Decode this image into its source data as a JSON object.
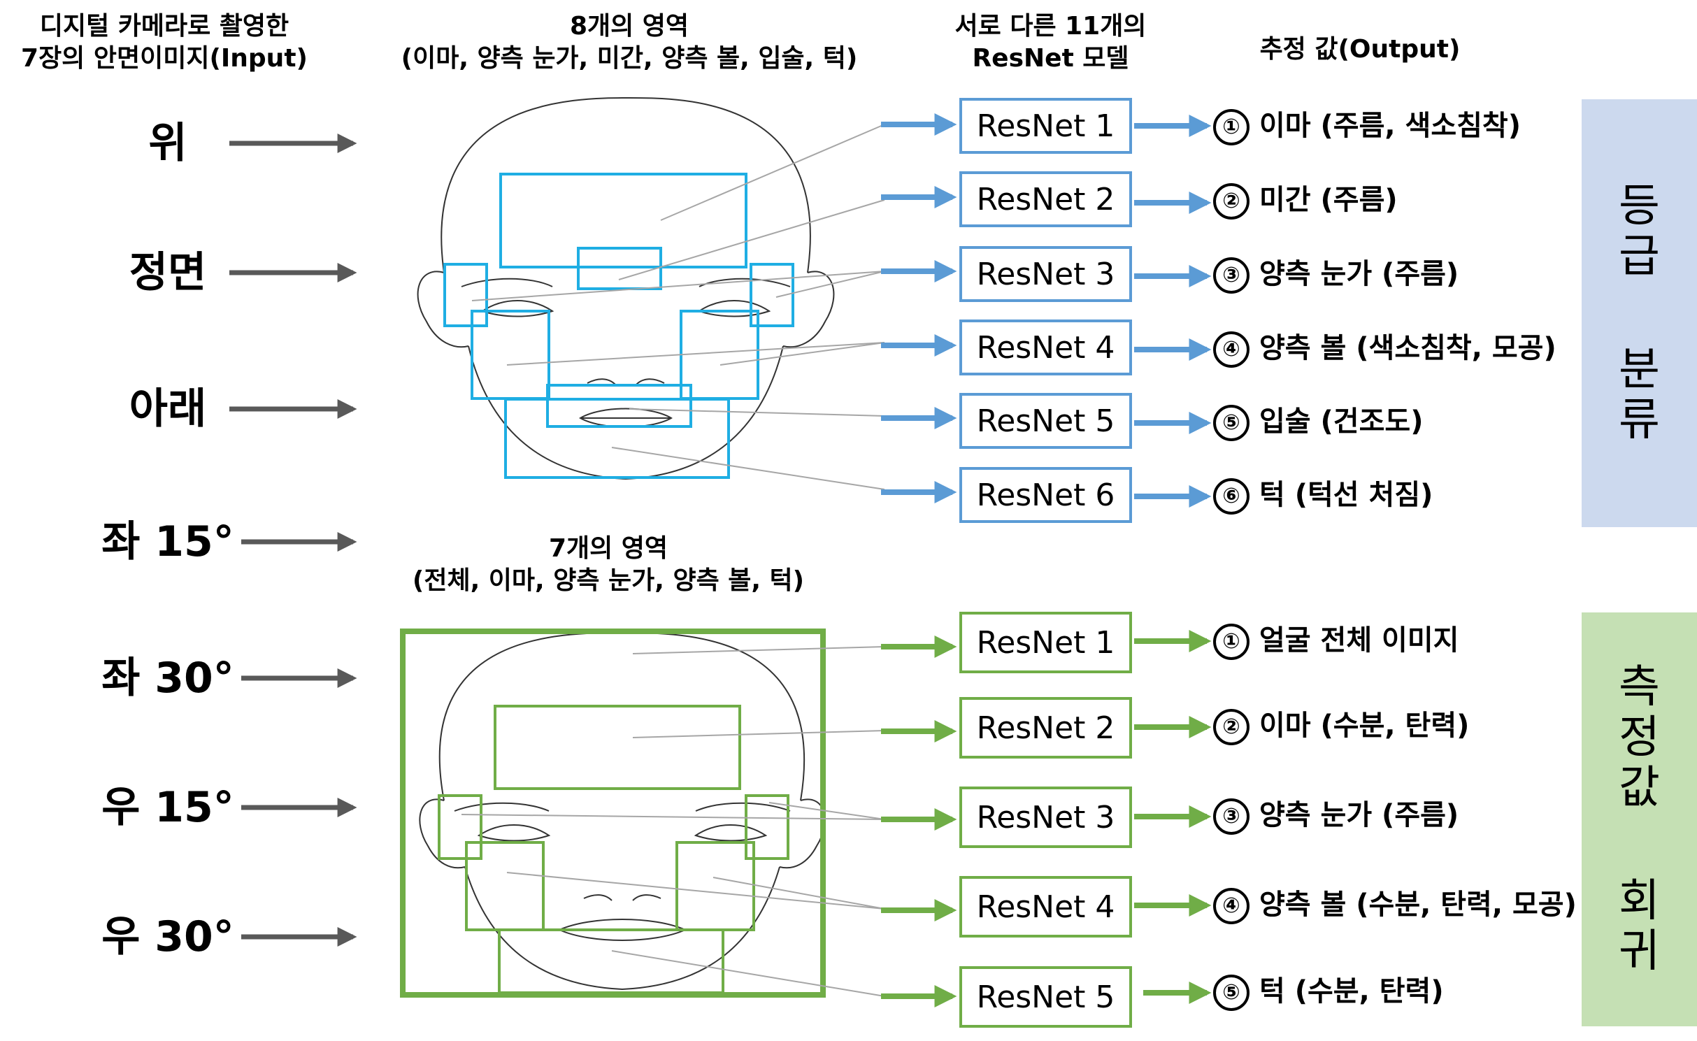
{
  "headers": {
    "input_line1": "디지털 카메라로 촬영한",
    "input_line2": "7장의 안면이미지(Input)",
    "regions8_line1": "8개의 영역",
    "regions8_line2": "(이마, 양측 눈가, 미간, 양측 볼, 입술, 턱)",
    "models_line1": "서로 다른 11개의",
    "models_line2": "ResNet 모델",
    "output": "추정 값(Output)"
  },
  "inputs": [
    "위",
    "정면",
    "아래",
    "좌 15°",
    "좌 30°",
    "우 15°",
    "우 30°"
  ],
  "regions7_title_line1": "7개의 영역",
  "regions7_title_line2": "(전체, 이마, 양측 눈가, 양측 볼, 턱)",
  "classification_models": [
    "ResNet 1",
    "ResNet 2",
    "ResNet 3",
    "ResNet 4",
    "ResNet 5",
    "ResNet 6"
  ],
  "classification_outputs": [
    {
      "num": "①",
      "text": "이마 (주름, 색소침착)"
    },
    {
      "num": "②",
      "text": "미간 (주름)"
    },
    {
      "num": "③",
      "text": "양측 눈가 (주름)"
    },
    {
      "num": "④",
      "text": "양측 볼 (색소침착, 모공)"
    },
    {
      "num": "⑤",
      "text": "입술 (건조도)"
    },
    {
      "num": "⑥",
      "text": "턱 (턱선 처짐)"
    }
  ],
  "regression_models": [
    "ResNet 1",
    "ResNet 2",
    "ResNet 3",
    "ResNet 4",
    "ResNet 5"
  ],
  "regression_outputs": [
    {
      "num": "①",
      "text": "얼굴 전체 이미지"
    },
    {
      "num": "②",
      "text": "이마 (수분, 탄력)"
    },
    {
      "num": "③",
      "text": "양측 눈가 (주름)"
    },
    {
      "num": "④",
      "text": "양측 볼 (수분, 탄력, 모공)"
    },
    {
      "num": "⑤",
      "text": "턱 (수분, 탄력)"
    }
  ],
  "side_labels": {
    "classification": [
      "등",
      "급",
      "분",
      "류"
    ],
    "regression": [
      "측",
      "정",
      "값",
      "회",
      "귀"
    ]
  },
  "colors": {
    "blue": "#5B9BD5",
    "cyan": "#1FAEE3",
    "green": "#70AD47",
    "arrow_gray": "#595959",
    "panel_blue": "#CCD9EE",
    "panel_green": "#C5E0B4"
  }
}
